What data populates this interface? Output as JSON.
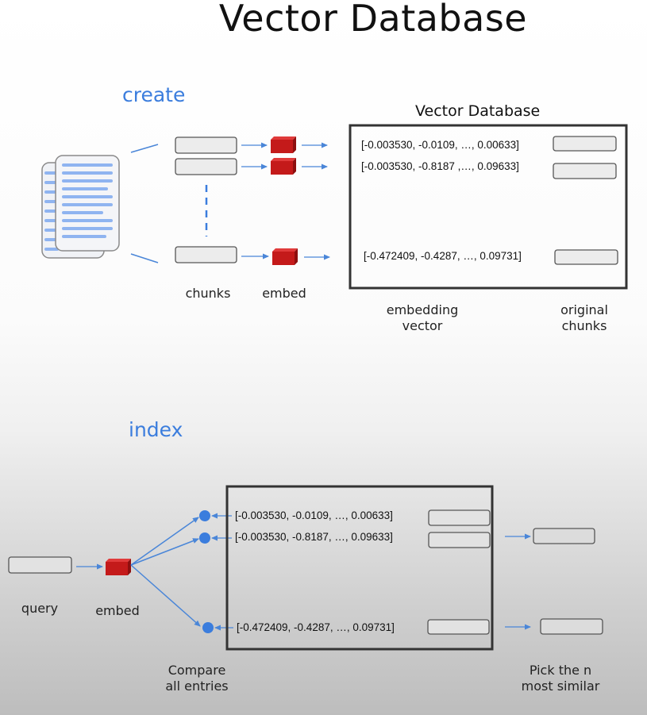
{
  "title": "Vector Database",
  "create": {
    "label": "create",
    "chunks_label": "chunks",
    "embed_label": "embed",
    "db_title": "Vector Database",
    "vectors": [
      "[-0.003530, -0.0109, …, 0.00633]",
      "[-0.003530, -0.8187 ,…, 0.09633]",
      "[-0.472409, -0.4287, …, 0.09731]"
    ],
    "embedding_vector_label": "embedding\nvector",
    "original_chunks_label": "original\nchunks"
  },
  "index": {
    "label": "index",
    "query_label": "query",
    "embed_label": "embed",
    "vectors": [
      "[-0.003530, -0.0109, …, 0.00633]",
      "[-0.003530, -0.8187, …, 0.09633]",
      "[-0.472409, -0.4287, …, 0.09731]"
    ],
    "compare_label": "Compare\nall entries",
    "pick_label": "Pick the n\nmost similar"
  },
  "colors": {
    "accent_blue": "#3b7ddd",
    "cube_red": "#c41a1a",
    "line_blue": "#4a86d8"
  },
  "icons": {
    "document": "document-stack-icon",
    "embedding_model": "red-cube-icon",
    "similarity_node": "blue-dot-icon"
  }
}
